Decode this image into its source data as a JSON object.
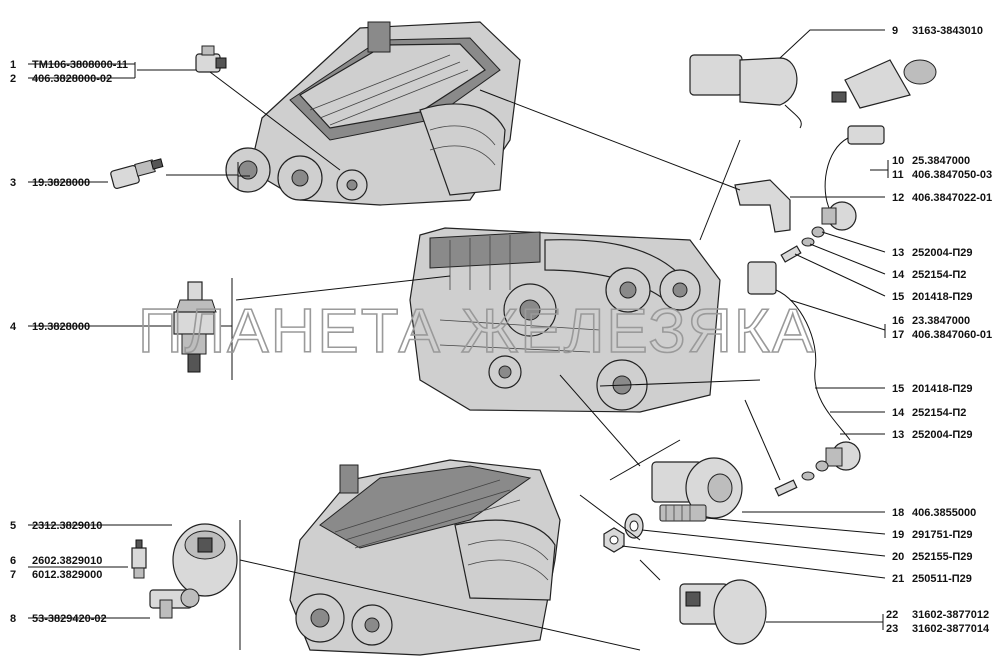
{
  "watermark": "ПЛАНЕТА ЖЕЛЕЗЯКА",
  "labels": [
    {
      "num": "1",
      "code": "ТМ106-3808000-11"
    },
    {
      "num": "2",
      "code": "406.3828000-02"
    },
    {
      "num": "3",
      "code": "19.3828000"
    },
    {
      "num": "4",
      "code": "19.3828000"
    },
    {
      "num": "5",
      "code": "2312.3829010"
    },
    {
      "num": "6",
      "code": "2602.3829010"
    },
    {
      "num": "7",
      "code": "6012.3829000"
    },
    {
      "num": "8",
      "code": "53-3829420-02"
    },
    {
      "num": "9",
      "code": "3163-3843010"
    },
    {
      "num": "10",
      "code": "25.3847000"
    },
    {
      "num": "11",
      "code": "406.3847050-03"
    },
    {
      "num": "12",
      "code": "406.3847022-01"
    },
    {
      "num": "13",
      "code": "252004-П29"
    },
    {
      "num": "14",
      "code": "252154-П2"
    },
    {
      "num": "15",
      "code": "201418-П29"
    },
    {
      "num": "16",
      "code": "23.3847000"
    },
    {
      "num": "17",
      "code": "406.3847060-01"
    },
    {
      "num": "15",
      "code": "201418-П29"
    },
    {
      "num": "14",
      "code": "252154-П2"
    },
    {
      "num": "13",
      "code": "252004-П29"
    },
    {
      "num": "18",
      "code": "406.3855000"
    },
    {
      "num": "19",
      "code": "291751-П29"
    },
    {
      "num": "20",
      "code": "252155-П29"
    },
    {
      "num": "21",
      "code": "250511-П29"
    },
    {
      "num": "22",
      "code": "31602-3877012"
    },
    {
      "num": "23",
      "code": "31602-3877014"
    }
  ]
}
